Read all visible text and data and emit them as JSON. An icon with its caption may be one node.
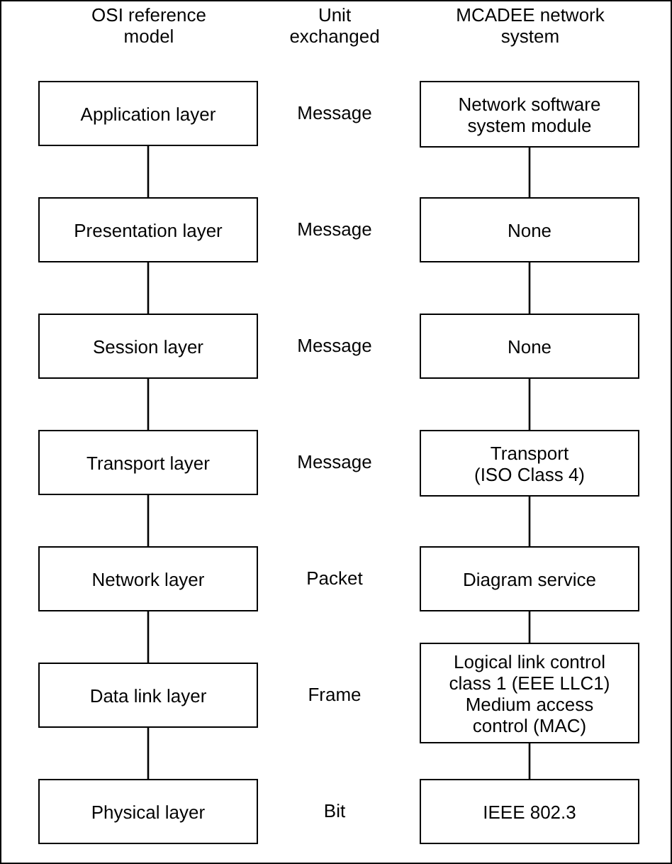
{
  "diagram": {
    "nodes": [
      {
        "text": [
          "Application layer"
        ]
      },
      {
        "text": [
          "Presentation layer"
        ]
      },
      {
        "text": [
          "Session layer"
        ]
      },
      {
        "text": [
          "Transport layer"
        ]
      },
      {
        "text": [
          "Network layer"
        ]
      },
      {
        "text": [
          "Data link layer"
        ]
      },
      {
        "text": [
          "Physical layer"
        ]
      },
      {
        "text": [
          "Network software system module"
        ]
      },
      {
        "text": [
          "None"
        ]
      },
      {
        "text": [
          "None"
        ]
      },
      {
        "text": [
          "Transport (ISO Class 4)"
        ]
      },
      {
        "text": [
          "Diagram service"
        ]
      },
      {
        "text": [
          "Logical link control class 1 (EEE LLC1)",
          "Medium access control (MAC)"
        ]
      },
      {
        "text": [
          "IEEE 802.3"
        ]
      }
    ],
    "edges": [
      {
        "from": 0,
        "to": 1,
        "arrow": "none"
      },
      {
        "from": 1,
        "to": 2,
        "arrow": "none"
      },
      {
        "from": 2,
        "to": 3,
        "arrow": "none"
      },
      {
        "from": 3,
        "to": 4,
        "arrow": "none"
      },
      {
        "from": 4,
        "to": 5,
        "arrow": "none"
      },
      {
        "from": 5,
        "to": 6,
        "arrow": "none"
      },
      {
        "from": 7,
        "to": 8,
        "arrow": "none"
      },
      {
        "from": 8,
        "to": 9,
        "arrow": "none"
      },
      {
        "from": 9,
        "to": 10,
        "arrow": "none"
      },
      {
        "from": 10,
        "to": 11,
        "arrow": "none"
      },
      {
        "from": 11,
        "to": 12,
        "arrow": "none"
      },
      {
        "from": 12,
        "to": 13,
        "arrow": "none"
      }
    ],
    "labels": [
      "OSI reference model",
      "Unit exchanged",
      "MCADEE network system",
      "Message",
      "Message",
      "Message",
      "Message",
      "Packet",
      "Frame",
      "Bit"
    ]
  }
}
